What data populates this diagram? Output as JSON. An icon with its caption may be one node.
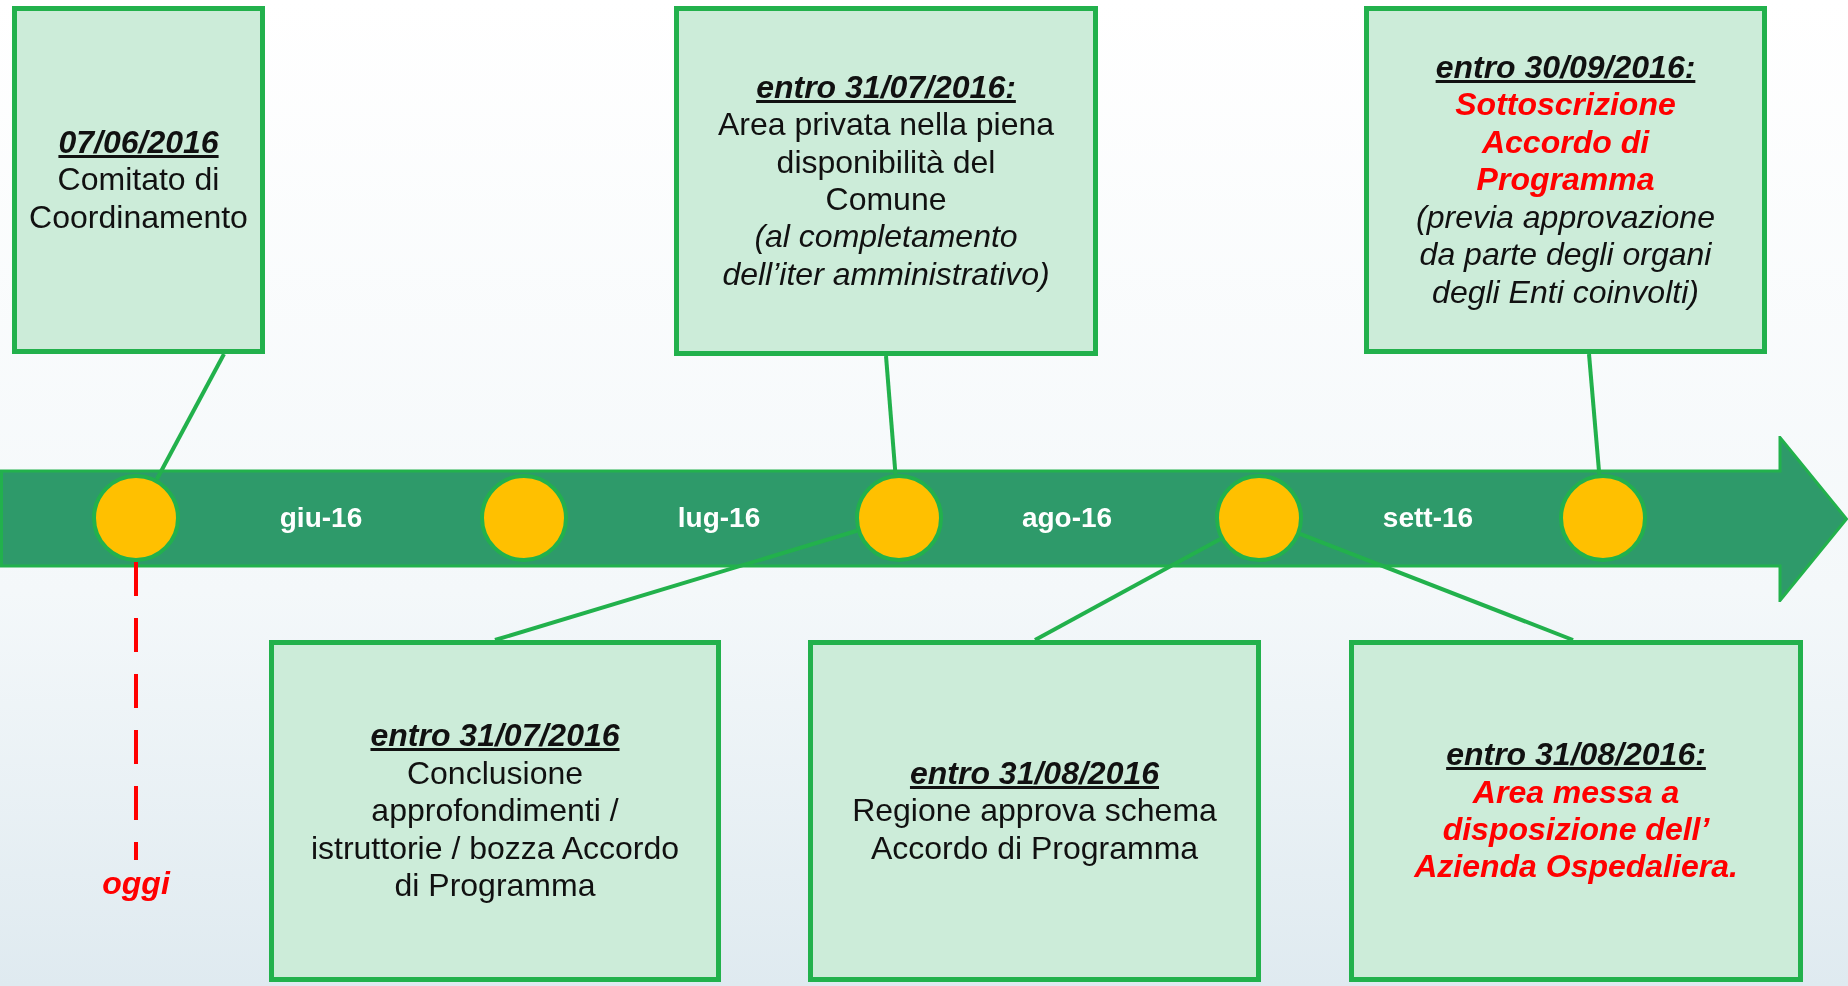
{
  "diagram": {
    "nodes": [
      {
        "text": [
          "07/06/2016",
          "Comitato di Coordinamento"
        ]
      },
      {
        "text": [
          "entro 31/07/2016:",
          "Area privata nella piena disponibilità del Comune",
          "(al completamento dell’iter amministrativo)"
        ]
      },
      {
        "text": [
          "entro 30/09/2016:",
          "Sottoscrizione Accordo di Programma",
          "(previa approvazione da parte degli organi degli Enti coinvolti)"
        ]
      },
      {
        "text": [
          "giu-16",
          "lug-16",
          "ago-16",
          "sett-16"
        ]
      },
      {
        "text": [],
        "shape": "circle",
        "in": 3
      },
      {
        "text": [],
        "shape": "circle",
        "in": 3
      },
      {
        "text": [],
        "shape": "circle",
        "in": 3
      },
      {
        "text": [],
        "shape": "circle",
        "in": 3
      },
      {
        "text": [],
        "shape": "circle",
        "in": 3
      },
      {
        "text": [
          "entro 31/07/2016",
          "Conclusione approfondimenti / istruttorie / bozza Accordo di Programma"
        ]
      },
      {
        "text": [
          "entro 31/08/2016",
          "Regione approva schema Accordo di Programma"
        ]
      },
      {
        "text": [
          "entro 31/08/2016:",
          "Area messa a disposizione dell’ Azienda Ospedaliera."
        ]
      },
      {
        "text": [
          "oggi"
        ]
      }
    ],
    "edges": [
      {
        "from": 0,
        "to": 4,
        "arrow": "none"
      },
      {
        "from": 1,
        "to": 6,
        "arrow": "none"
      },
      {
        "from": 2,
        "to": 8,
        "arrow": "none"
      },
      {
        "from": 6,
        "to": 9,
        "arrow": "none"
      },
      {
        "from": 7,
        "to": 10,
        "arrow": "none"
      },
      {
        "from": 7,
        "to": 11,
        "arrow": "none"
      },
      {
        "from": 4,
        "to": 12,
        "arrow": "none",
        "style": "dashed",
        "color": "#ff0000"
      }
    ]
  }
}
